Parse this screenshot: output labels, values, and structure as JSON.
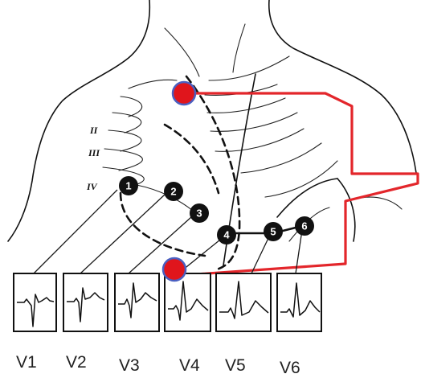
{
  "diagram": {
    "rib_labels": [
      "II",
      "III",
      "IV"
    ],
    "electrodes": [
      {
        "number": "1",
        "lead": "V1"
      },
      {
        "number": "2",
        "lead": "V2"
      },
      {
        "number": "3",
        "lead": "V3"
      },
      {
        "number": "4",
        "lead": "V4"
      },
      {
        "number": "5",
        "lead": "V5"
      },
      {
        "number": "6",
        "lead": "V6"
      }
    ],
    "lead_labels": [
      "V1",
      "V2",
      "V3",
      "V4",
      "V5",
      "V6"
    ],
    "colors": {
      "bracket": "#e3262b",
      "marker_fill": "#e0151c",
      "marker_outline": "#4a5fc1",
      "electrode": "#111111"
    }
  }
}
